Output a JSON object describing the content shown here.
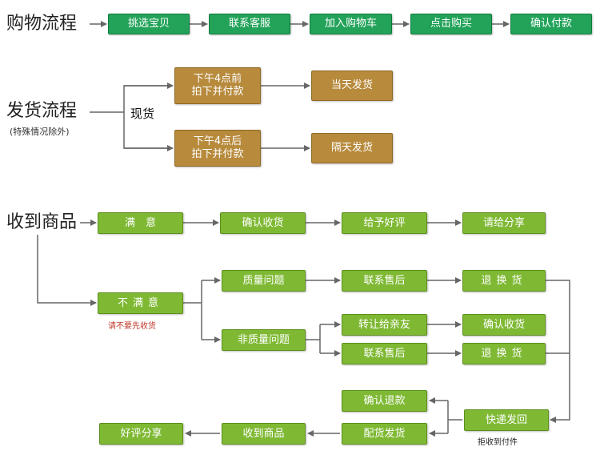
{
  "shopping": {
    "title": "购物流程",
    "steps": [
      "挑选宝贝",
      "联系客服",
      "加入购物车",
      "点击购买",
      "确认付款"
    ]
  },
  "shipping": {
    "title": "发货流程",
    "subtitle": "(特殊情况除外)",
    "branch_label": "现货",
    "before": {
      "condition": "下午4点前\n拍下并付款",
      "result": "当天发货"
    },
    "after": {
      "condition": "下午4点后\n拍下并付款",
      "result": "隔天发货"
    }
  },
  "received": {
    "title": "收到商品",
    "satisfied": {
      "label": "满　意",
      "steps": [
        "确认收货",
        "给予好评",
        "请给分享"
      ]
    },
    "unsatisfied": {
      "label": "不满意",
      "note": "请不要先收货",
      "quality": {
        "label": "质量问题",
        "contact": "联系售后",
        "exchange": "退换货"
      },
      "non_quality": {
        "label": "非质量问题",
        "transfer": "转让给亲友",
        "confirm": "确认收货",
        "contact": "联系售后",
        "exchange": "退换货"
      },
      "return": {
        "express": "快递发回",
        "refuse_note": "拒收到付件",
        "refund": "确认退款",
        "delivery": "配货发货",
        "receive": "收到商品",
        "share": "好评分享"
      }
    }
  },
  "colors": {
    "green": "#23a35a",
    "lime": "#7fb934",
    "brown": "#b78a3c",
    "line": "#666666",
    "note_red": "#c0392b"
  }
}
